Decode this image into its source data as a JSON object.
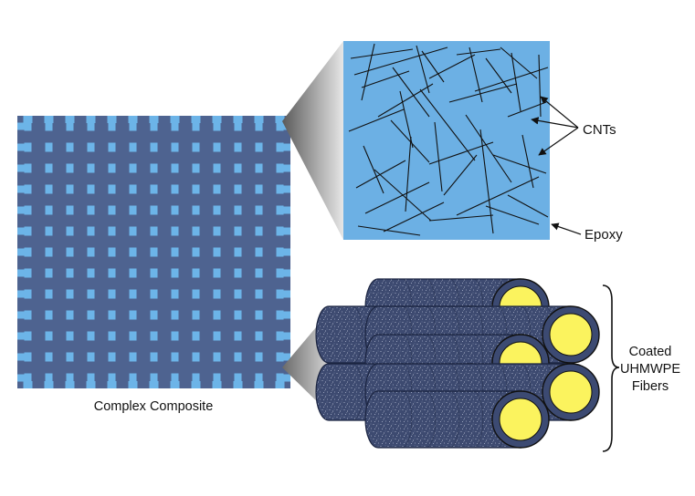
{
  "labels": {
    "composite": "Complex Composite",
    "cnts": "CNTs",
    "epoxy": "Epoxy",
    "fibers_line1": "Coated",
    "fibers_line2": "UHMWPE",
    "fibers_line3": "Fibers"
  },
  "colors": {
    "weave_dark": "#4e6390",
    "weave_light": "#6cb4e8",
    "epoxy_fill": "#6cb0e4",
    "fiber_shell": "#3c4a72",
    "fiber_core": "#fbf35e",
    "line": "#111111"
  },
  "icons": {
    "cnt_arrow": "arrow-icon",
    "epoxy_arrow": "arrow-icon",
    "fibers_bracket": "curly-brace-icon"
  }
}
